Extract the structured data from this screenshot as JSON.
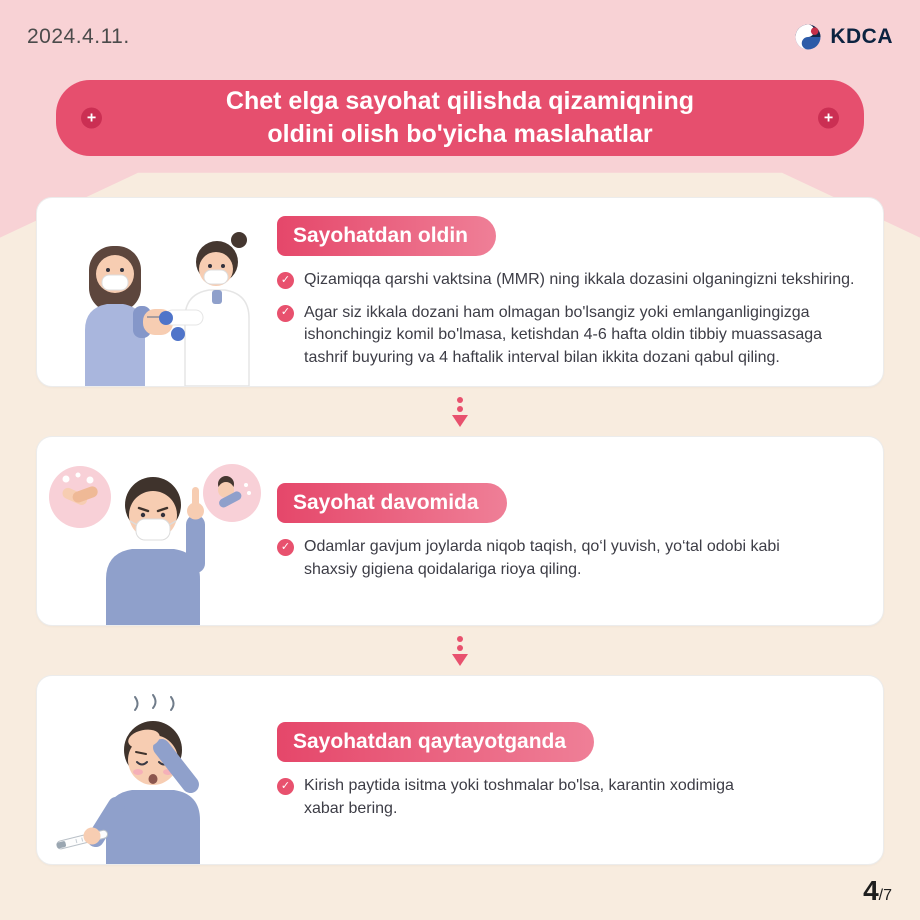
{
  "meta": {
    "date": "2024.4.11.",
    "page_current": "4",
    "page_total": "/7"
  },
  "logo": {
    "text": "KDCA"
  },
  "banner": {
    "title_line1": "Chet elga sayohat qilishda qizamiqning",
    "title_line2": "oldini olish bo'yicha maslahatlar"
  },
  "cards": [
    {
      "title": "Sayohatdan oldin",
      "bullets": [
        "Qizamiqqa qarshi vaktsina (MMR) ning ikkala dozasini olganingizni tekshiring.",
        "Agar siz ikkala dozani ham olmagan bo'lsangiz yoki emlanganligingizga ishonchingiz komil bo'lmasa, ketishdan 4-6 hafta oldin tibbiy muassasaga tashrif buyuring va 4 haftalik interval bilan ikkita dozani qabul qiling."
      ]
    },
    {
      "title": "Sayohat davomida",
      "bullets": [
        "Odamlar gavjum joylarda niqob taqish, qo‘l yuvish, yo‘tal odobi kabi shaxsiy gigiena qoidalariga rioya qiling."
      ]
    },
    {
      "title": "Sayohatdan qaytayotganda",
      "bullets": [
        "Kirish paytida isitma yoki toshmalar bo'lsa, karantin xodimiga xabar bering."
      ]
    }
  ],
  "icons": {
    "check": "✓",
    "plus": "+"
  },
  "colors": {
    "accent": "#e8516e",
    "badge_gradient_end": "#ef7f97",
    "bg_top": "#f8d2d5",
    "bg_bottom": "#f8ecdf",
    "logo_navy": "#0c2340",
    "shirt_blue": "#8fa0cb",
    "skin": "#f7cdb2"
  }
}
